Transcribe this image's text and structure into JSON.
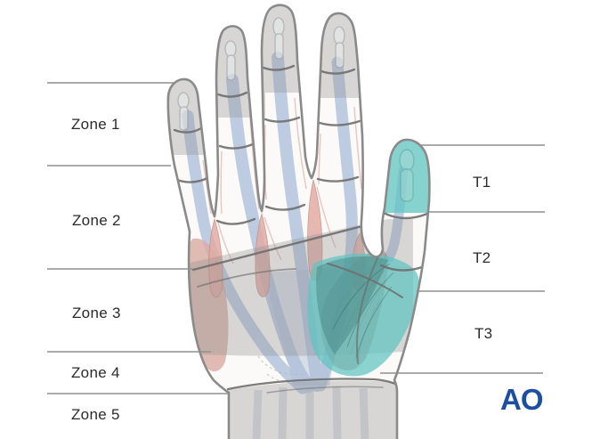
{
  "figure": {
    "description": "Palmar view of a left hand showing flexor tendon zones",
    "left_labels": [
      {
        "label": "Zone 1"
      },
      {
        "label": "Zone 2"
      },
      {
        "label": "Zone 3"
      },
      {
        "label": "Zone 4"
      },
      {
        "label": "Zone 5"
      }
    ],
    "right_labels": [
      {
        "label": "T1"
      },
      {
        "label": "T2"
      },
      {
        "label": "T3"
      }
    ],
    "logo": {
      "text": "AO"
    },
    "colors": {
      "highlight_teal": "#5fc4c0",
      "zone_shading_gray": "#909090",
      "tendon_blue": "#b7c7df",
      "muscle_pink": "#e2aca4",
      "leader_line_gray": "#8f8f8f",
      "outline_gray": "#8a8a8a",
      "label_text": "#2b2b2b",
      "logo_blue": "#1d4fa1"
    }
  }
}
